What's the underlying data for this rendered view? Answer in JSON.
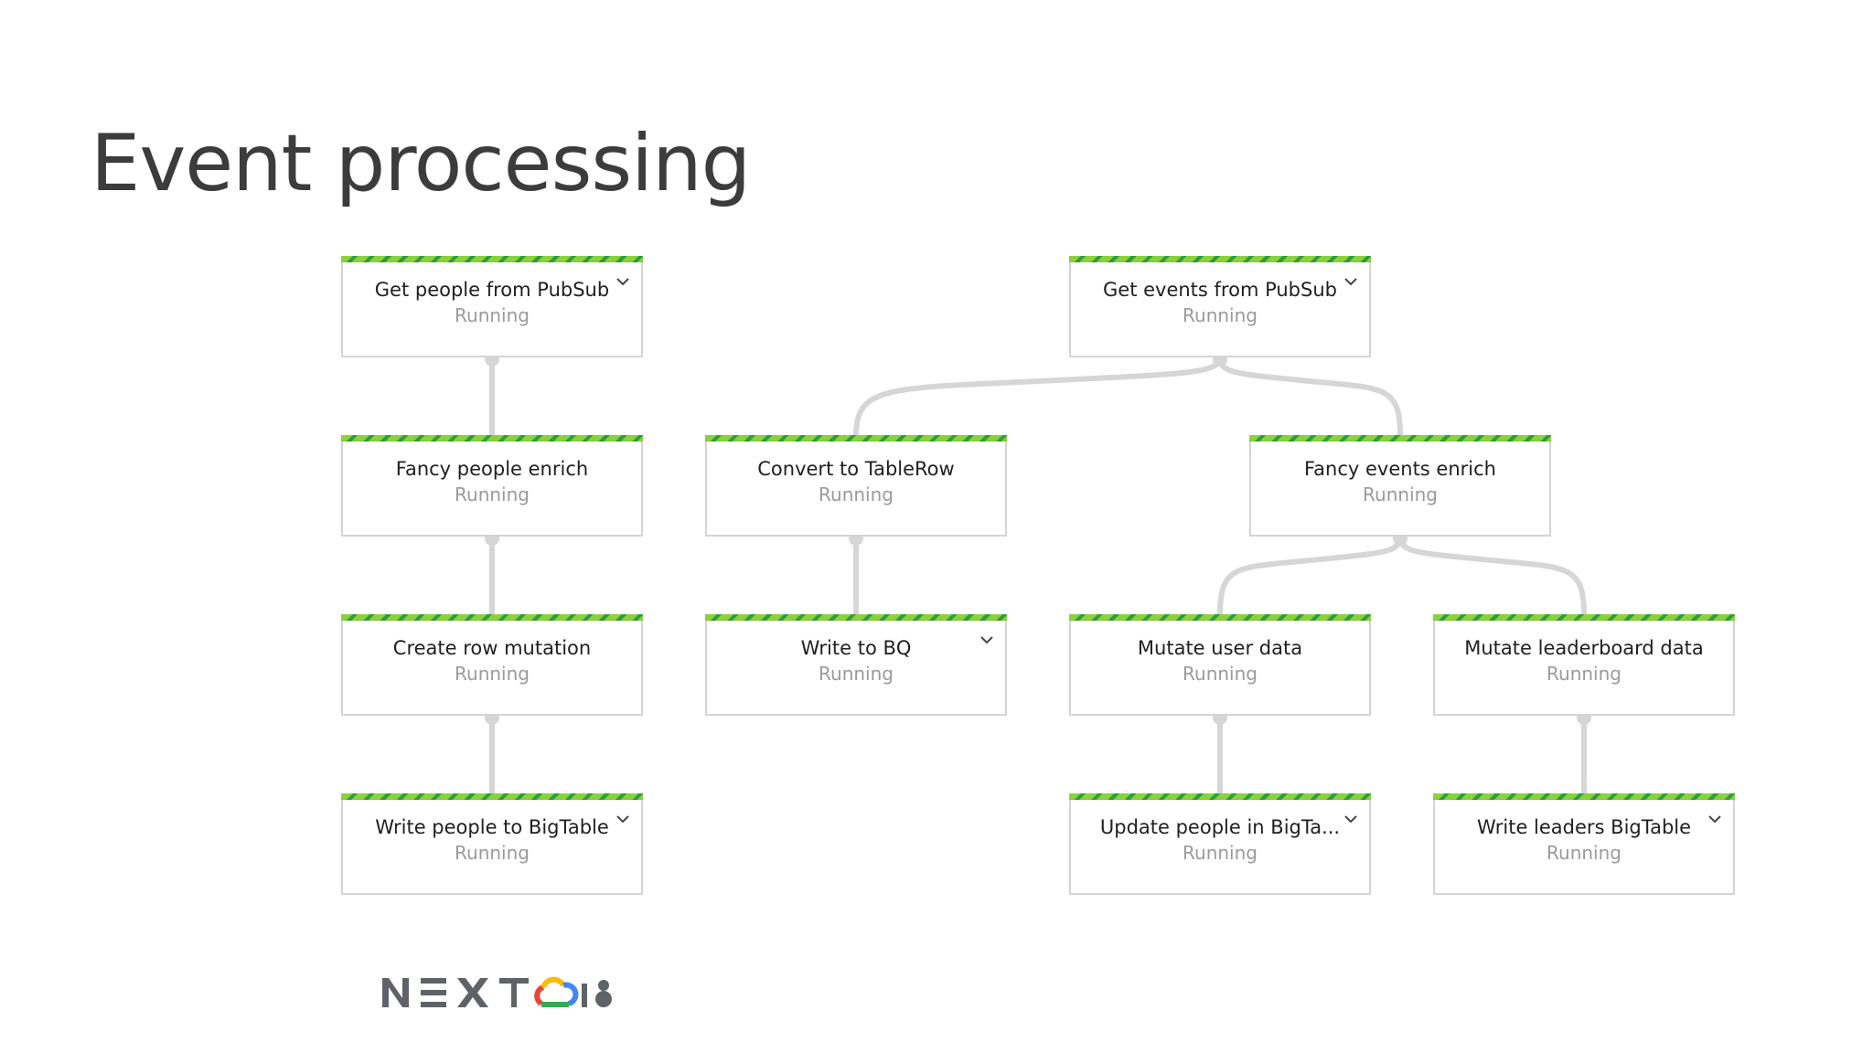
{
  "title": "Event processing",
  "colors": {
    "stripe_light": "#8bd13b",
    "stripe_dark": "#2e9e3c",
    "edge": "#d6d6d6",
    "node_border": "#d4d4d4",
    "status_text": "#9a9a9a"
  },
  "nodes": [
    {
      "id": "n1",
      "label": "Get people from PubSub",
      "status": "Running",
      "chevron": true
    },
    {
      "id": "n2",
      "label": "Fancy people enrich",
      "status": "Running",
      "chevron": false
    },
    {
      "id": "n3",
      "label": "Create row mutation",
      "status": "Running",
      "chevron": false
    },
    {
      "id": "n4",
      "label": "Write people to BigTable",
      "status": "Running",
      "chevron": true
    },
    {
      "id": "n5",
      "label": "Get events from PubSub",
      "status": "Running",
      "chevron": true
    },
    {
      "id": "n6",
      "label": "Convert to TableRow",
      "status": "Running",
      "chevron": false
    },
    {
      "id": "n7",
      "label": "Write to BQ",
      "status": "Running",
      "chevron": true
    },
    {
      "id": "n8",
      "label": "Fancy events enrich",
      "status": "Running",
      "chevron": false
    },
    {
      "id": "n9",
      "label": "Mutate user data",
      "status": "Running",
      "chevron": false
    },
    {
      "id": "n10",
      "label": "Mutate leaderboard data",
      "status": "Running",
      "chevron": false
    },
    {
      "id": "n11",
      "label": "Update people in BigTa...",
      "status": "Running",
      "chevron": true
    },
    {
      "id": "n12",
      "label": "Write leaders BigTable",
      "status": "Running",
      "chevron": true
    }
  ],
  "edges": [
    [
      "n1",
      "n2"
    ],
    [
      "n2",
      "n3"
    ],
    [
      "n3",
      "n4"
    ],
    [
      "n5",
      "n6"
    ],
    [
      "n5",
      "n8"
    ],
    [
      "n6",
      "n7"
    ],
    [
      "n8",
      "n9"
    ],
    [
      "n8",
      "n10"
    ],
    [
      "n9",
      "n11"
    ],
    [
      "n10",
      "n12"
    ]
  ],
  "logo": {
    "icon": "google-next-18-logo"
  }
}
